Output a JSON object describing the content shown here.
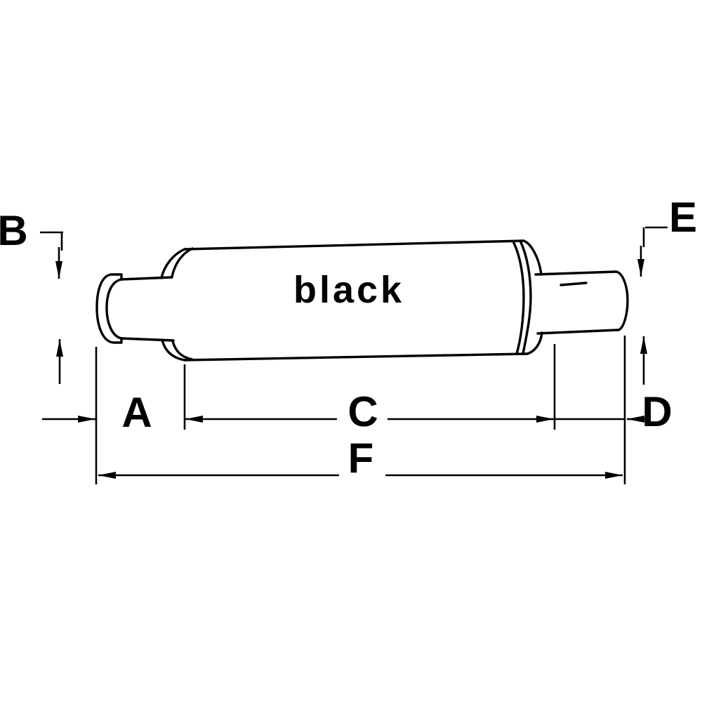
{
  "diagram": {
    "part_text": "black",
    "labels": {
      "A": "A",
      "B": "B",
      "C": "C",
      "D": "D",
      "E": "E",
      "F": "F"
    },
    "colors": {
      "ink": "#000000",
      "background": "#ffffff"
    }
  }
}
